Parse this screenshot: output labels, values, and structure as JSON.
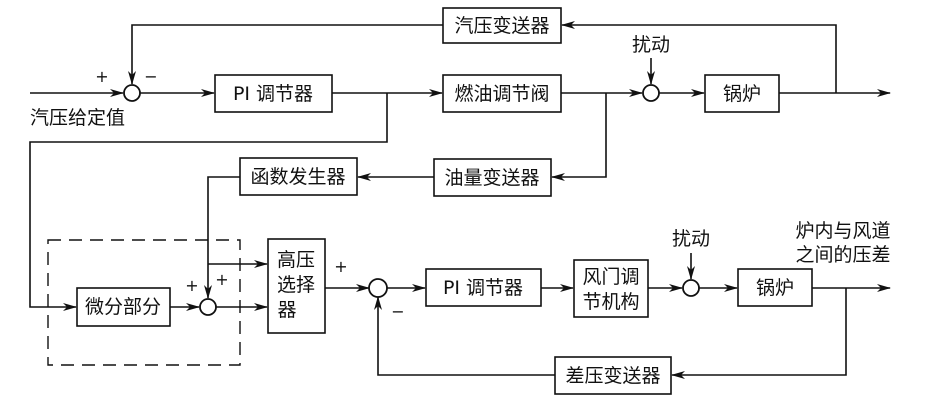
{
  "diagram": {
    "type": "block-diagram",
    "subject": "boiler steam pressure and furnace draft control",
    "blocks": {
      "steam_pressure_transmitter": "汽压变送器",
      "pi_controller_top": "PI 调节器",
      "fuel_valve": "燃油调节阀",
      "boiler_top": "锅炉",
      "oil_flow_transmitter": "油量变送器",
      "function_generator": "函数发生器",
      "differential_part": "微分部分",
      "high_selector": [
        "高压",
        "选择",
        "器"
      ],
      "pi_controller_bottom": "PI 调节器",
      "damper_actuator": [
        "风门调",
        "节机构"
      ],
      "boiler_bottom": "锅炉",
      "diff_pressure_transmitter": "差压变送器"
    },
    "labels": {
      "setpoint": "汽压给定值",
      "disturbance_top": "扰动",
      "disturbance_bottom": "扰动",
      "output_bottom": [
        "炉内与风道",
        "之间的压差"
      ]
    },
    "signs": {
      "sum1_plus": "+",
      "sum1_minus": "−",
      "sum3_plus_left": "+",
      "sum3_plus_right": "+",
      "sum4_plus": "+",
      "sum4_minus": "−"
    }
  }
}
